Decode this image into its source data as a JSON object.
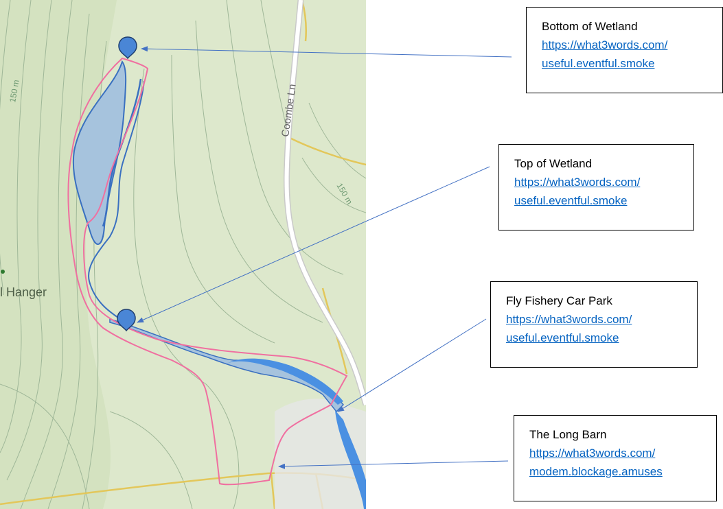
{
  "map": {
    "labels": {
      "road": "Coombe Ln",
      "contour_left": "150 m",
      "contour_right": "150 m",
      "place": "l Hanger"
    },
    "colors": {
      "land": "#dde8cc",
      "contour": "#9fb798",
      "water": "#4a90e2",
      "water_light": "#a6c3dd",
      "water_outline": "#3a70c0",
      "boundary": "#f06fa0",
      "road": "#ffffff",
      "minor_road": "#e3c75a",
      "pin": "#4a86d6",
      "arrow": "#4472c4"
    },
    "pins": [
      {
        "icon": "map-pin-icon",
        "label": "Bottom of Wetland"
      },
      {
        "icon": "map-pin-icon",
        "label": "Top of Wetland"
      }
    ]
  },
  "callouts": [
    {
      "title": "Bottom of Wetland",
      "link_line1": "https://what3words.com/",
      "link_line2": "useful.eventful.smoke"
    },
    {
      "title": "Top of Wetland",
      "link_line1": "https://what3words.com/",
      "link_line2": "useful.eventful.smoke"
    },
    {
      "title": "Fly Fishery Car Park",
      "link_line1": "https://what3words.com/",
      "link_line2": "useful.eventful.smoke"
    },
    {
      "title": "The Long Barn",
      "link_line1": "https://what3words.com/",
      "link_line2": "modem.blockage.amuses"
    }
  ]
}
